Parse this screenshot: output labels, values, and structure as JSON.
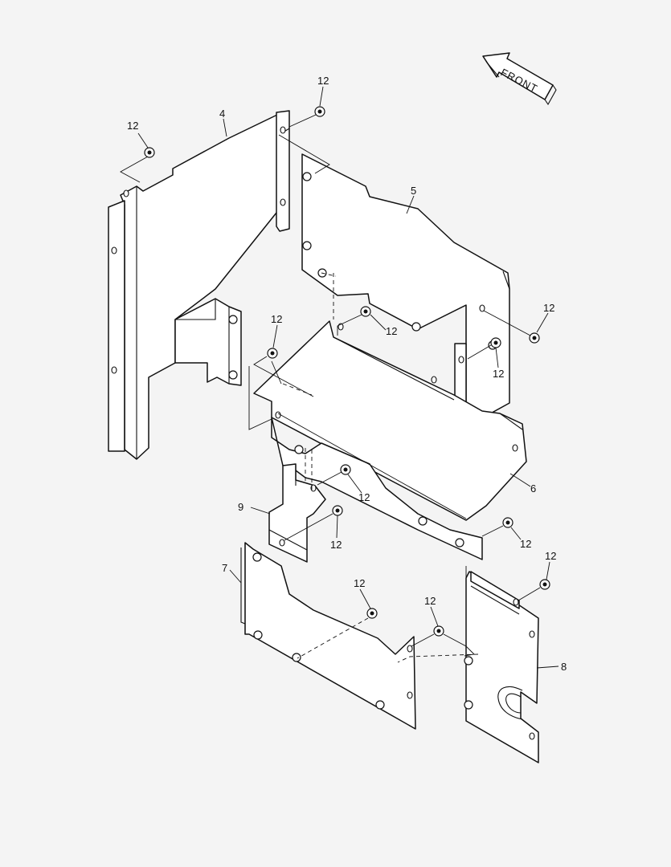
{
  "diagram": {
    "front_label": "FRONT",
    "part_numbers": {
      "p4": "4",
      "p5": "5",
      "p6": "6",
      "p7": "7",
      "p8": "8",
      "p9": "9"
    },
    "fastener_label": "12"
  }
}
